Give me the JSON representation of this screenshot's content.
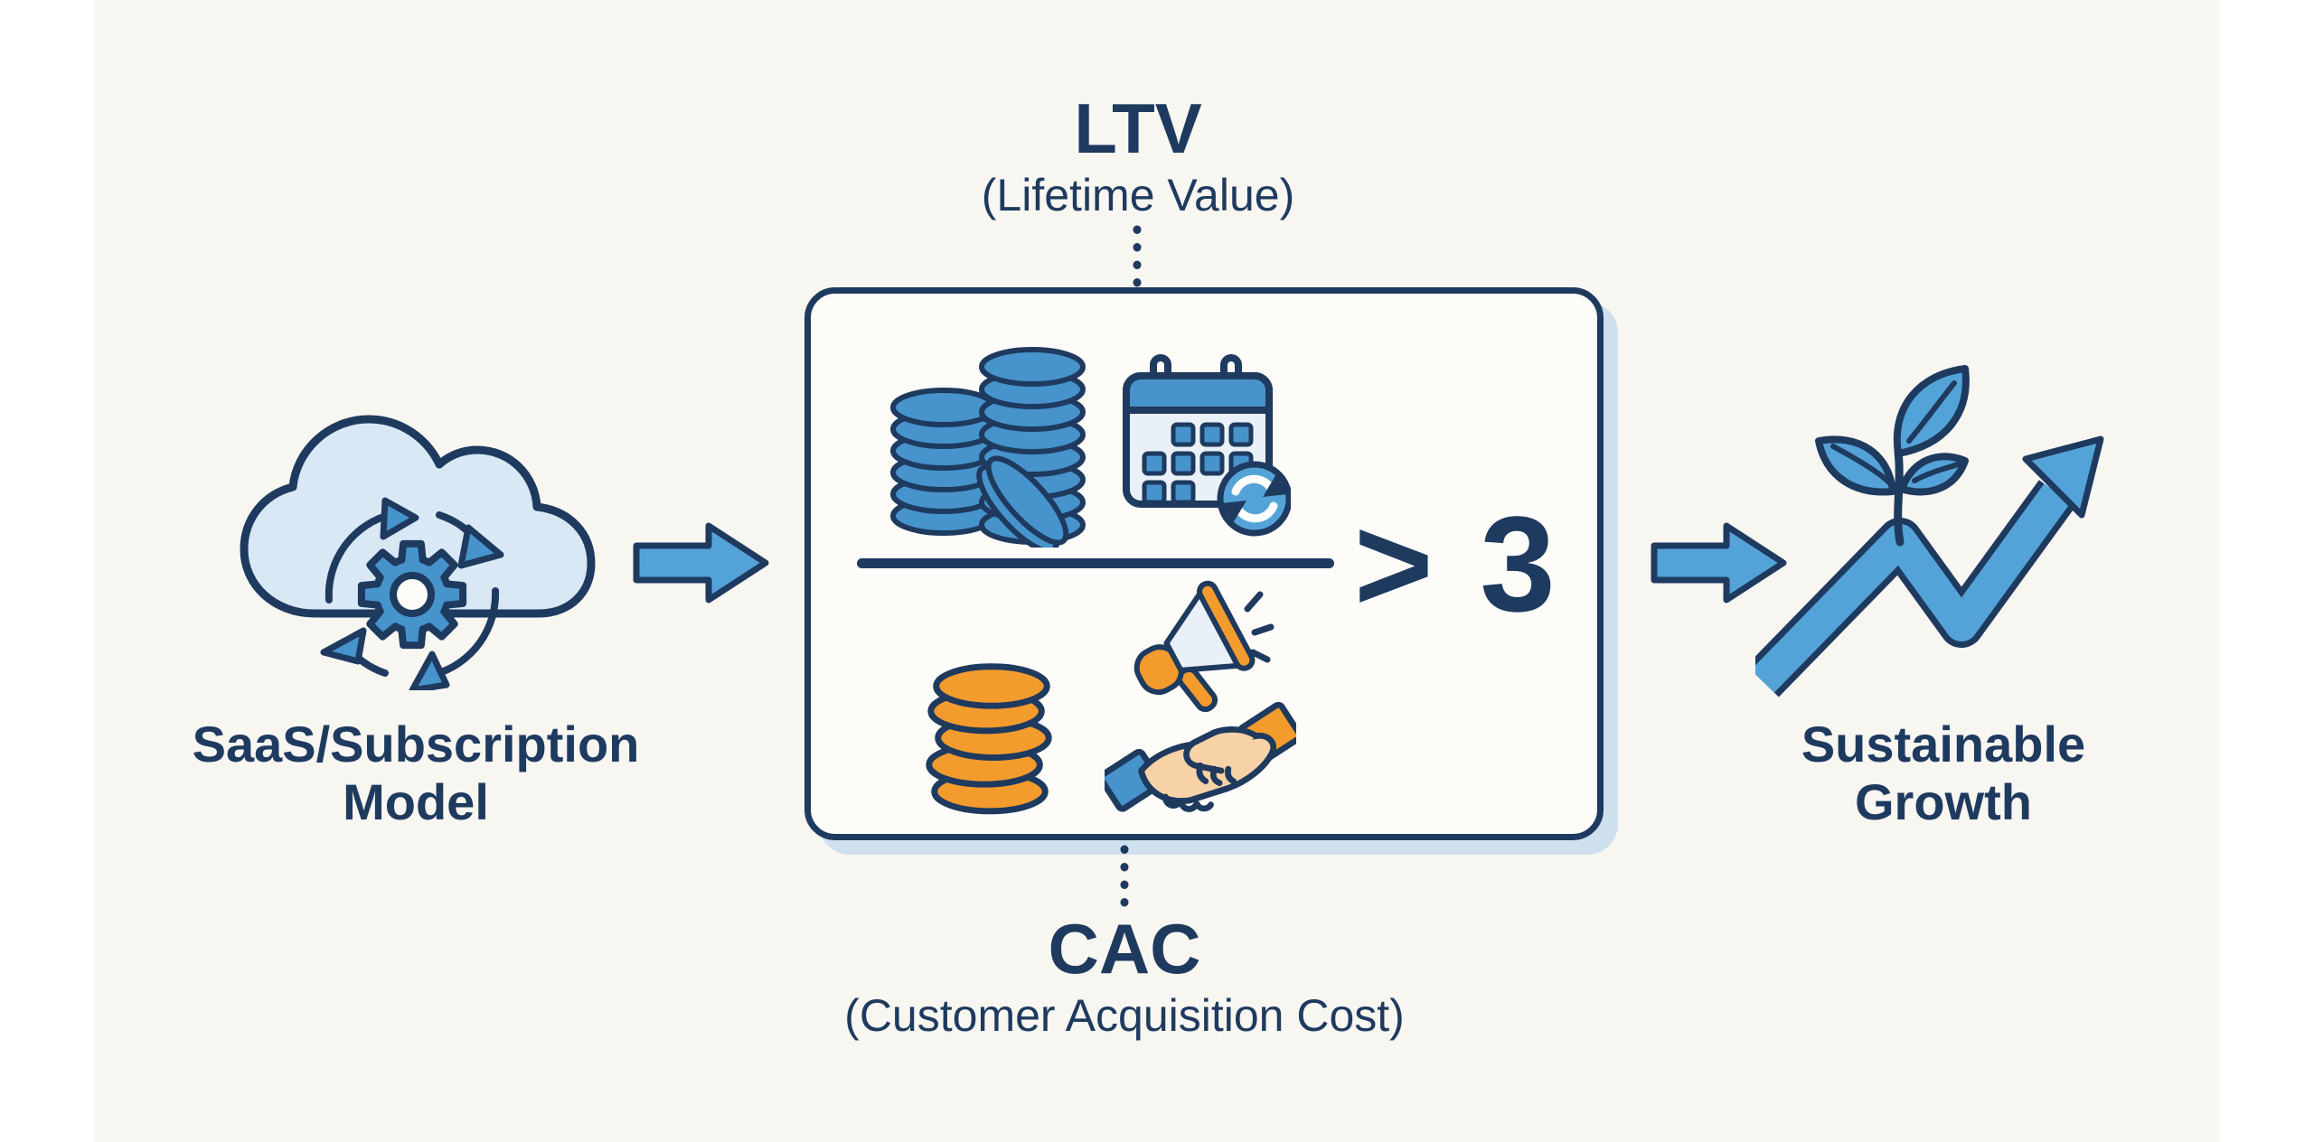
{
  "colors": {
    "navy": "#1e3a5f",
    "blue": "#4793cc",
    "blue2": "#54a3d8",
    "cloud": "#d9e8f5",
    "calbody": "#e9f0f7",
    "orange": "#f49b2e",
    "peach": "#f8d2a7",
    "paper": "#f8f6f1",
    "boxbg": "#fdfcf9",
    "shadow": "#cfe0ee",
    "white": "#ffffff"
  },
  "left": {
    "icon": "cloud-subscription-icon",
    "label_line1": "SaaS/Subscription",
    "label_line2": "Model"
  },
  "ratio": {
    "numerator": {
      "label": "LTV",
      "sublabel": "(Lifetime Value)",
      "icons": [
        "blue-coins-icon",
        "recurring-calendar-icon"
      ]
    },
    "denominator": {
      "label": "CAC",
      "sublabel": "(Customer Acquisition Cost)",
      "icons": [
        "orange-coins-icon",
        "megaphone-icon",
        "handshake-icon"
      ]
    },
    "comparison": "> 3"
  },
  "right": {
    "icon": "growth-arrow-icon",
    "label_line1": "Sustainable",
    "label_line2": "Growth"
  }
}
